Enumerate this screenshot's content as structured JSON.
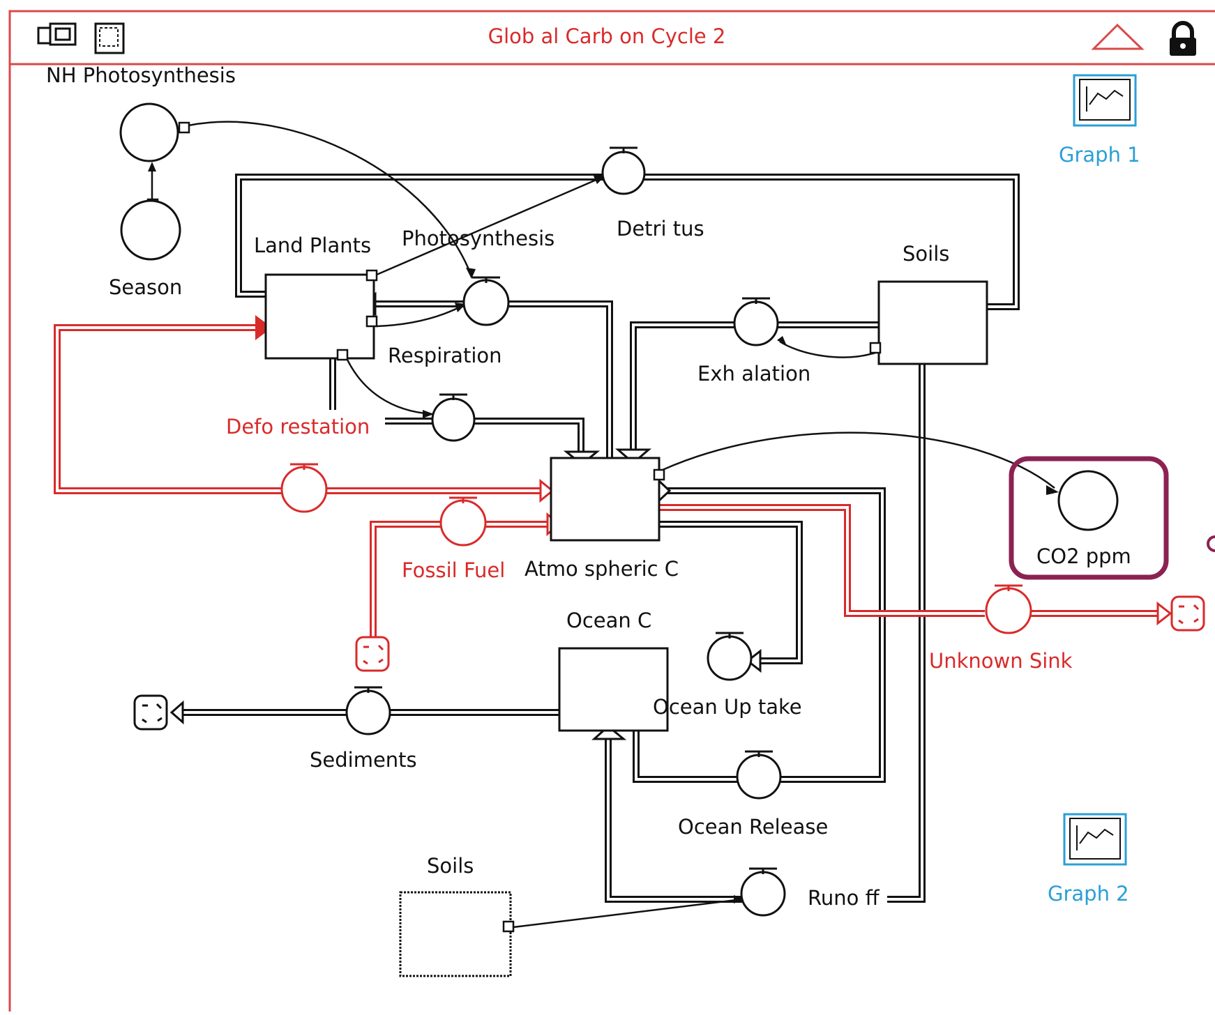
{
  "window": {
    "title": "Glob al Carb on Cycle 2",
    "border_color": "#d94a4a"
  },
  "toolbar": {
    "left_icons": [
      "window-stack-icon",
      "selection-icon"
    ],
    "right_icons": [
      "collapse-triangle-icon",
      "lock-icon"
    ]
  },
  "stocks": {
    "land_plants": "Land Plants",
    "soils": "Soils",
    "atmospheric_c": "Atmo spheric C",
    "ocean_c": "Ocean C",
    "soils_ghost": "Soils"
  },
  "flows": {
    "photosynthesis": "Photosynthesis",
    "respiration": "Respiration",
    "detritus": "Detri tus",
    "exhalation": "Exh alation",
    "deforestation": "Defo restation",
    "fossil_fuel": "Fossil Fuel",
    "unknown_sink": "Unknown Sink",
    "ocean_uptake": "Ocean Up take",
    "ocean_release": "Ocean Release",
    "sediments": "Sediments",
    "runoff": "Runo ff"
  },
  "converters": {
    "nh_photosynthesis": "NH Photosynthesis",
    "season": "Season",
    "co2_ppm": "CO2 ppm"
  },
  "graphs": {
    "graph1": "Graph 1",
    "graph2": "Graph 2"
  },
  "highlight": {
    "target": "co2-ppm-converter",
    "color": "#8b2252"
  },
  "colors": {
    "ink": "#111111",
    "red": "#d92a2a",
    "blue": "#2a9fd6"
  }
}
